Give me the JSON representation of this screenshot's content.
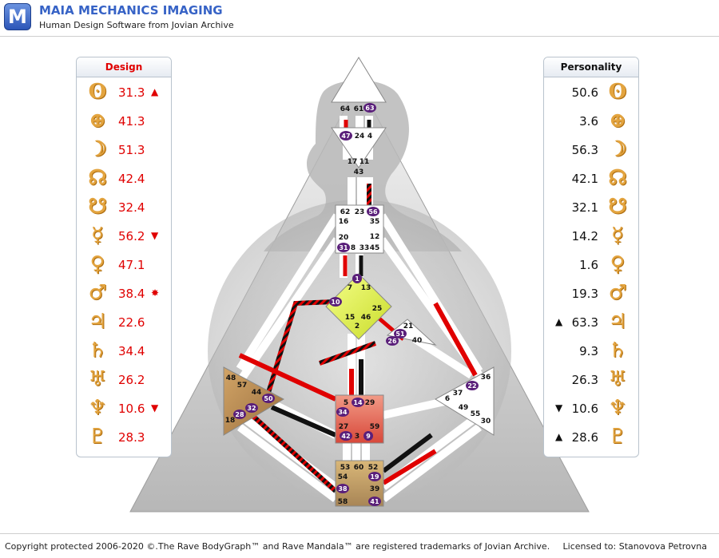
{
  "app": {
    "logo_letter": "M",
    "title": "MAIA MECHANICS IMAGING",
    "subtitle": "Human Design Software from Jovian Archive"
  },
  "design": {
    "title": "Design",
    "rows": [
      {
        "icon": "sun-icon",
        "glyph": "ʘ",
        "value": "31.3",
        "mark": "▲"
      },
      {
        "icon": "earth-icon",
        "glyph": "⊕",
        "value": "41.3",
        "mark": ""
      },
      {
        "icon": "moon-icon",
        "glyph": "☽",
        "value": "51.3",
        "mark": ""
      },
      {
        "icon": "north-node-icon",
        "glyph": "☊",
        "value": "42.4",
        "mark": ""
      },
      {
        "icon": "south-node-icon",
        "glyph": "☋",
        "value": "32.4",
        "mark": ""
      },
      {
        "icon": "mercury-icon",
        "glyph": "☿",
        "value": "56.2",
        "mark": "▼"
      },
      {
        "icon": "venus-icon",
        "glyph": "♀",
        "value": "47.1",
        "mark": ""
      },
      {
        "icon": "mars-icon",
        "glyph": "♂",
        "value": "38.4",
        "mark": "✸"
      },
      {
        "icon": "jupiter-icon",
        "glyph": "♃",
        "value": "22.6",
        "mark": ""
      },
      {
        "icon": "saturn-icon",
        "glyph": "♄",
        "value": "34.4",
        "mark": ""
      },
      {
        "icon": "uranus-icon",
        "glyph": "♅",
        "value": "26.2",
        "mark": ""
      },
      {
        "icon": "neptune-icon",
        "glyph": "♆",
        "value": "10.6",
        "mark": "▼"
      },
      {
        "icon": "pluto-icon",
        "glyph": "♇",
        "value": "28.3",
        "mark": ""
      }
    ]
  },
  "personality": {
    "title": "Personality",
    "rows": [
      {
        "icon": "sun-icon",
        "glyph": "ʘ",
        "value": "50.6",
        "mark": ""
      },
      {
        "icon": "earth-icon",
        "glyph": "⊕",
        "value": "3.6",
        "mark": ""
      },
      {
        "icon": "moon-icon",
        "glyph": "☽",
        "value": "56.3",
        "mark": ""
      },
      {
        "icon": "north-node-icon",
        "glyph": "☊",
        "value": "42.1",
        "mark": ""
      },
      {
        "icon": "south-node-icon",
        "glyph": "☋",
        "value": "32.1",
        "mark": ""
      },
      {
        "icon": "mercury-icon",
        "glyph": "☿",
        "value": "14.2",
        "mark": ""
      },
      {
        "icon": "venus-icon",
        "glyph": "♀",
        "value": "1.6",
        "mark": ""
      },
      {
        "icon": "mars-icon",
        "glyph": "♂",
        "value": "19.3",
        "mark": ""
      },
      {
        "icon": "jupiter-icon",
        "glyph": "♃",
        "value": "63.3",
        "mark": "▲"
      },
      {
        "icon": "saturn-icon",
        "glyph": "♄",
        "value": "9.3",
        "mark": ""
      },
      {
        "icon": "uranus-icon",
        "glyph": "♅",
        "value": "26.3",
        "mark": ""
      },
      {
        "icon": "neptune-icon",
        "glyph": "♆",
        "value": "10.6",
        "mark": "▼"
      },
      {
        "icon": "pluto-icon",
        "glyph": "♇",
        "value": "28.6",
        "mark": "▲"
      }
    ]
  },
  "bodygraph": {
    "gates_plain": [
      "64",
      "61",
      "24",
      "4",
      "17",
      "11",
      "43",
      "62",
      "23",
      "16",
      "35",
      "12",
      "20",
      "8",
      "33",
      "45",
      "7",
      "13",
      "25",
      "15",
      "46",
      "2",
      "21",
      "40",
      "48",
      "57",
      "44",
      "18",
      "36",
      "6",
      "37",
      "49",
      "55",
      "30",
      "5",
      "29",
      "27",
      "59",
      "3",
      "53",
      "60",
      "52",
      "54",
      "39",
      "58"
    ],
    "gates_active": [
      "63",
      "47",
      "56",
      "31",
      "1",
      "10",
      "51",
      "26",
      "22",
      "50",
      "32",
      "28",
      "14",
      "34",
      "42",
      "9",
      "19",
      "38",
      "41"
    ]
  },
  "footer": {
    "copyright": "Copyright protected 2006-2020 ©.The Rave BodyGraph™ and Rave Mandala™ are registered trademarks of Jovian Archive.",
    "license": "Licensed to: Stanovova Petrovna"
  },
  "colors": {
    "design_red": "#e00000",
    "personality_black": "#111111",
    "brand_blue": "#3763c6",
    "glyph_gold": "#e3a43f",
    "active_gate": "#5a1f7a"
  }
}
